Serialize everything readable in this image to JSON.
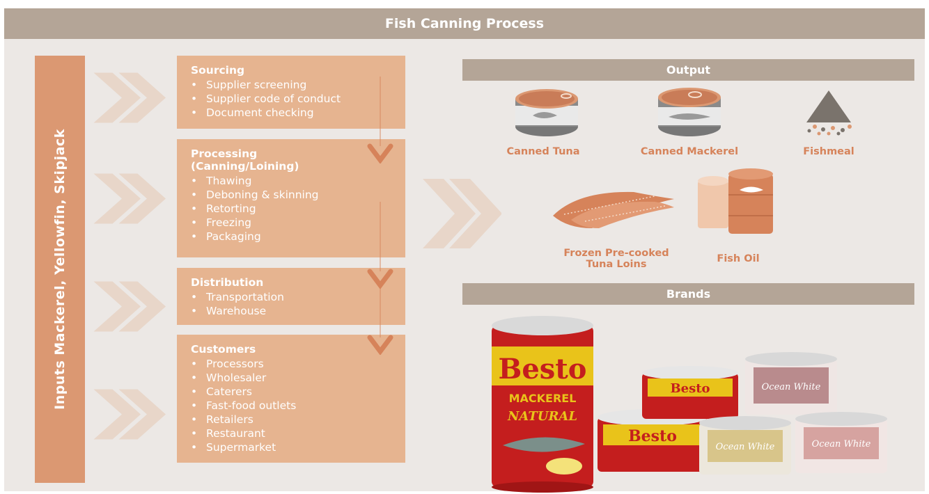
{
  "title": "Fish Canning Process",
  "inputs_label": "Inputs Mackerel, Yellowfin, Skipjack",
  "steps": [
    {
      "title": "Sourcing",
      "items": [
        "Supplier screening",
        "Supplier code of conduct",
        "Document checking"
      ]
    },
    {
      "title": "Processing\n(Canning/Loining)",
      "items": [
        "Thawing",
        "Deboning & skinning",
        "Retorting",
        "Freezing",
        "Packaging"
      ]
    },
    {
      "title": "Distribution",
      "items": [
        "Transportation",
        "Warehouse"
      ]
    },
    {
      "title": "Customers",
      "items": [
        "Processors",
        "Wholesaler",
        "Caterers",
        "Fast-food outlets",
        "Retailers",
        "Restaurant",
        "Supermarket"
      ]
    }
  ],
  "output": {
    "header": "Output",
    "items": {
      "canned_tuna": "Canned Tuna",
      "canned_mackerel": "Canned Mackerel",
      "fishmeal": "Fishmeal",
      "frozen_loins_line1": "Frozen Pre-cooked",
      "frozen_loins_line2": "Tuna Loins",
      "fish_oil": "Fish Oil"
    }
  },
  "brands": {
    "header": "Brands",
    "product_labels": {
      "tall_can_brand": "Besto",
      "tall_can_variant": "MACKEREL",
      "tall_can_style": "NATURAL",
      "small_can_brand": "Besto",
      "white_can_brand": "Ocean White"
    }
  },
  "colors": {
    "accent": "#db9872",
    "step_fill": "#e6b490",
    "header_fill": "#b4a597",
    "label_text": "#d6835a",
    "background": "#ece8e5"
  }
}
